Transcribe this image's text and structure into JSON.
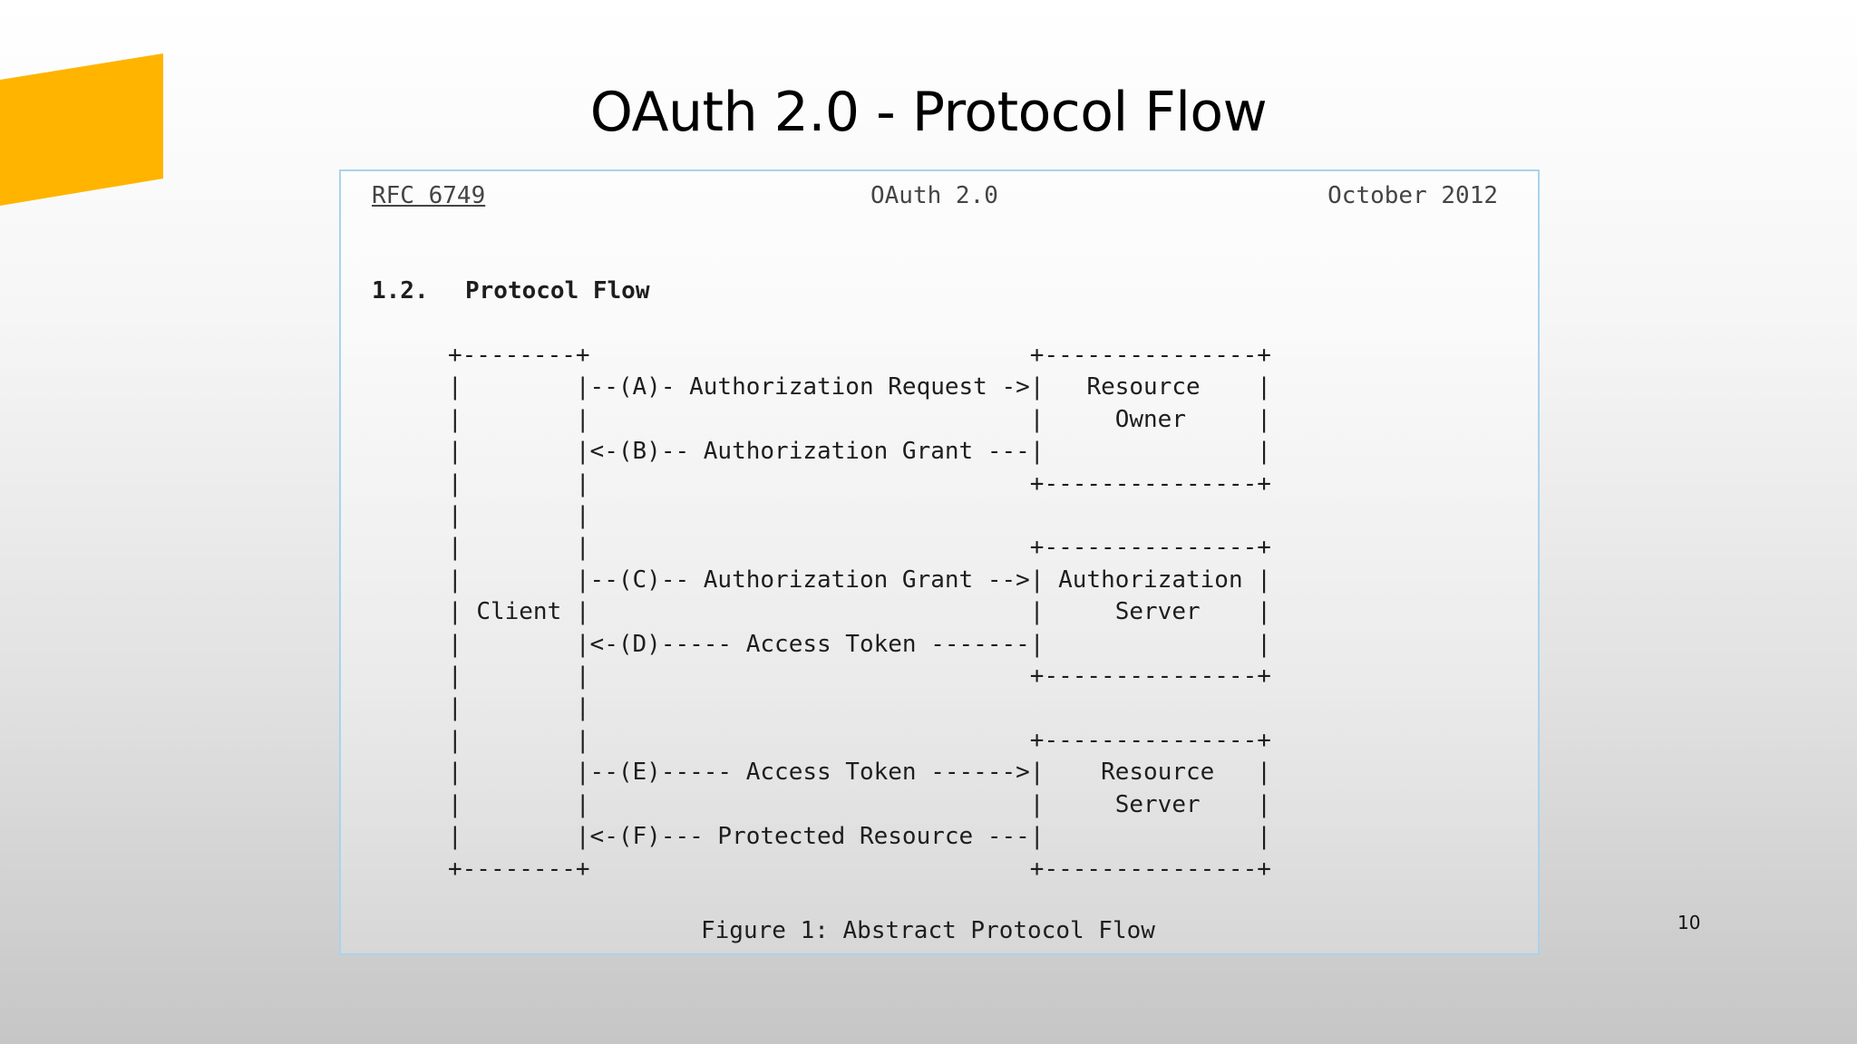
{
  "slide": {
    "title": "OAuth 2.0 - Protocol Flow",
    "page_number": "10",
    "accent_color": "#FFB400"
  },
  "rfc": {
    "header": {
      "left": "RFC 6749",
      "center": "OAuth 2.0",
      "right": "October 2012"
    },
    "section": {
      "number": "1.2.",
      "title": "Protocol Flow"
    },
    "figure_caption": "Figure 1: Abstract Protocol Flow"
  },
  "diagram": {
    "client": "Client",
    "resource_owner": [
      "Resource",
      "Owner"
    ],
    "authorization_server": [
      "Authorization",
      "Server"
    ],
    "resource_server": [
      "Resource",
      "Server"
    ],
    "flows": {
      "a": "--(A)- Authorization Request ->",
      "b": "<-(B)-- Authorization Grant ---",
      "c": "--(C)-- Authorization Grant -->",
      "d": "<-(D)----- Access Token -------",
      "e": "--(E)----- Access Token ------>",
      "f": "<-(F)--- Protected Resource ---"
    }
  }
}
